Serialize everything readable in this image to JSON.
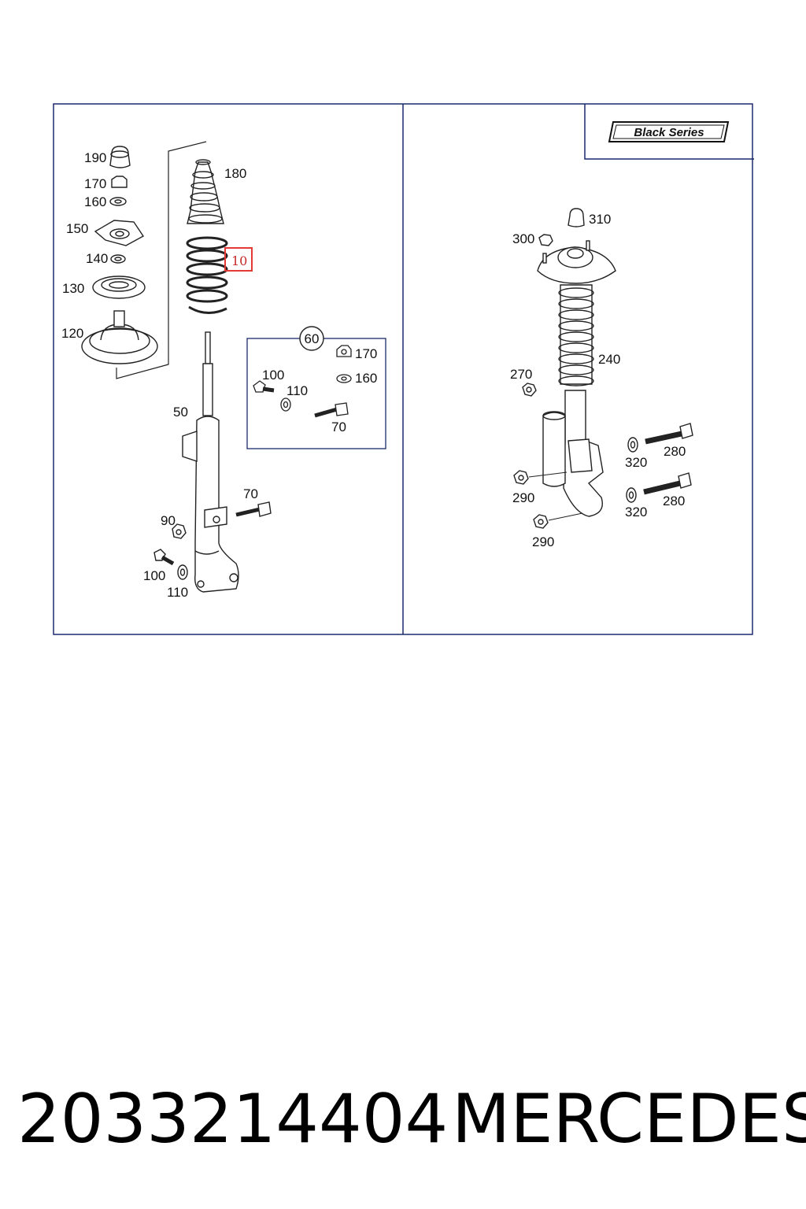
{
  "diagram": {
    "series_badge": "Black Series",
    "front_labels": {
      "p190": "190",
      "p170": "170",
      "p160": "160",
      "p150": "150",
      "p140": "140",
      "p130": "130",
      "p120": "120",
      "p180": "180",
      "p10": "10",
      "p50": "50",
      "p70": "70",
      "p90": "90",
      "p100": "100",
      "p110": "110"
    },
    "kit": {
      "number": "60",
      "labels": {
        "p170": "170",
        "p160": "160",
        "p100": "100",
        "p110": "110",
        "p70": "70"
      }
    },
    "rear_labels": {
      "p310": "310",
      "p300": "300",
      "p240": "240",
      "p270": "270",
      "p320a": "320",
      "p280a": "280",
      "p290a": "290",
      "p320b": "320",
      "p280b": "280",
      "p290b": "290"
    }
  },
  "caption": {
    "part_number": "2033214404",
    "brand": "MERCEDES"
  },
  "colors": {
    "frame": "#1a2a6c",
    "highlight": "#e53935",
    "ink": "#111111"
  }
}
